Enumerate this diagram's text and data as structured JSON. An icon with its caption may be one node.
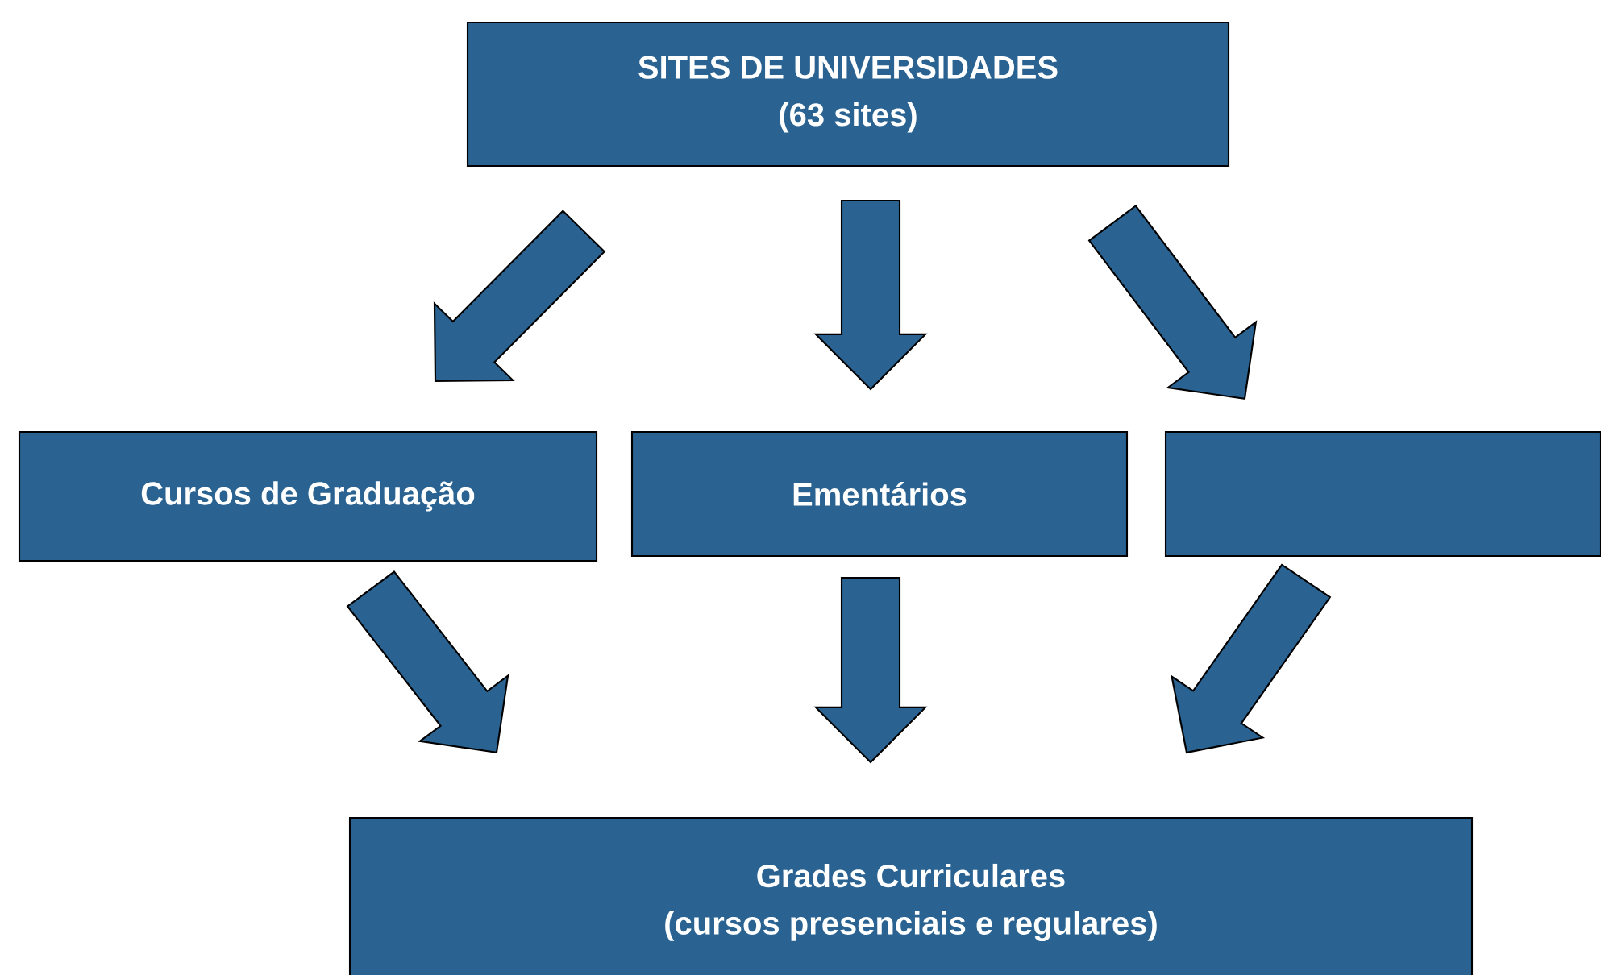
{
  "diagram": {
    "nodes": [
      {
        "text": [
          "SITES DE UNIVERSIDADES",
          "(63 sites)"
        ]
      },
      {
        "text": [
          "Cursos de Graduação"
        ]
      },
      {
        "text": [
          "Ementários"
        ]
      },
      {
        "text": [],
        "shape": "box"
      },
      {
        "text": [
          "Grades Curriculares",
          "(cursos presenciais e regulares)"
        ]
      }
    ],
    "edges": [
      {
        "from": 0,
        "to": 1,
        "arrow": "to"
      },
      {
        "from": 0,
        "to": 2,
        "arrow": "to"
      },
      {
        "from": 0,
        "to": 3,
        "arrow": "to"
      },
      {
        "from": 1,
        "to": 4,
        "arrow": "to"
      },
      {
        "from": 2,
        "to": 4,
        "arrow": "to"
      },
      {
        "from": 3,
        "to": 4,
        "arrow": "to"
      }
    ]
  }
}
